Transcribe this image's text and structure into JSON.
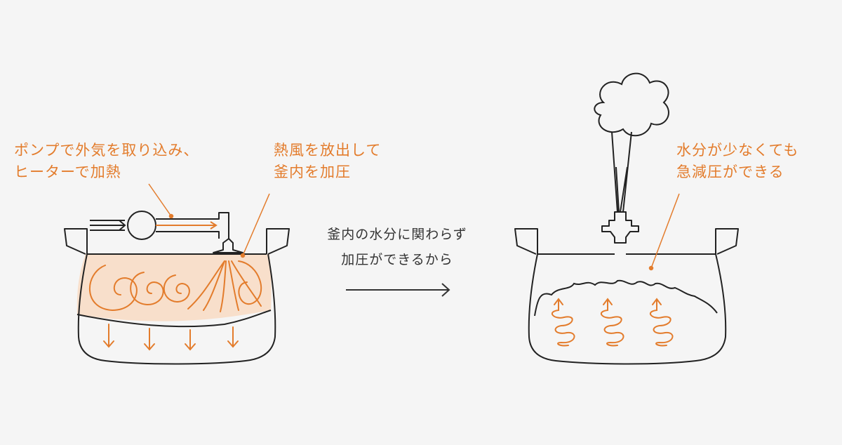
{
  "colors": {
    "background": "#f5f5f5",
    "accent": "#e37c2c",
    "air_fill": "#f8dfcb",
    "ink": "#333333"
  },
  "left_panel": {
    "pump_label": [
      "ポンプで外気を取り込み、",
      "ヒーターで加熱"
    ],
    "release_label": [
      "熱風を放出して",
      "釜内を加圧"
    ]
  },
  "center": {
    "caption": [
      "釜内の水分に関わらず",
      "加圧ができるから"
    ],
    "arrow_icon": "right-arrow-icon"
  },
  "right_panel": {
    "label": [
      "水分が少なくても",
      "急減圧ができる"
    ],
    "icons": [
      "steam-cloud-icon",
      "spiral-arrow-icon"
    ]
  }
}
